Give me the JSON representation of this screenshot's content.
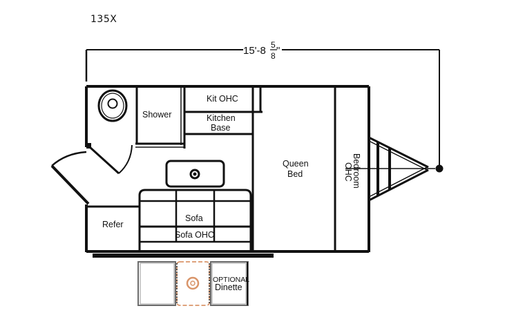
{
  "title": "135X",
  "dimension": {
    "length_main": "15'-8",
    "fraction_numerator": "5",
    "fraction_denominator": "8",
    "inch_mark": "\""
  },
  "rooms": {
    "shower": "Shower",
    "kit_ohc": "Kit OHC",
    "kitchen_base_line1": "Kitchen",
    "kitchen_base_line2": "Base",
    "queen_bed_line1": "Queen",
    "queen_bed_line2": "Bed",
    "bedroom_ohc_line1": "Bedroom",
    "bedroom_ohc_line2": "OHC",
    "sofa": "Sofa",
    "sofa_ohc": "Sofa OHC",
    "refer": "Refer",
    "optional_line1": "OPTIONAL",
    "optional_line2": "Dinette"
  },
  "colors": {
    "line": "#111111",
    "dinette_accent": "#d9956a",
    "dinette_frame": "#6b6b6b"
  }
}
